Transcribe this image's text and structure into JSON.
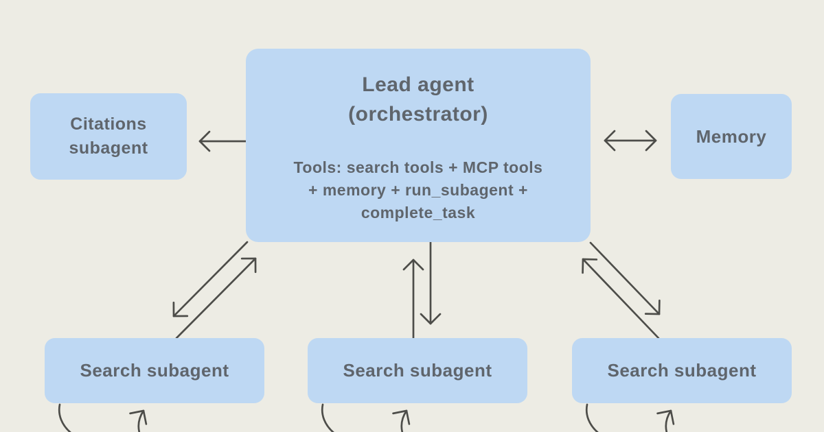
{
  "colors": {
    "background": "#EDECE4",
    "node_fill": "#BED8F3",
    "text": "#5F656C",
    "arrow": "#4D4D49"
  },
  "nodes": {
    "lead": {
      "title": "Lead agent\n(orchestrator)",
      "tools": "Tools: search tools + MCP tools\n+ memory + run_subagent +\ncomplete_task"
    },
    "citations": {
      "label": "Citations\nsubagent"
    },
    "memory": {
      "label": "Memory"
    },
    "search_left": {
      "label": "Search subagent"
    },
    "search_middle": {
      "label": "Search subagent"
    },
    "search_right": {
      "label": "Search subagent"
    }
  },
  "edges": [
    {
      "from": "lead",
      "to": "citations",
      "type": "one-way-arrow"
    },
    {
      "from": "lead",
      "to": "memory",
      "type": "double-headed-arrow"
    },
    {
      "from": "lead",
      "to": "search_left",
      "type": "paired-arrows-both-directions"
    },
    {
      "from": "lead",
      "to": "search_middle",
      "type": "paired-arrows-both-directions"
    },
    {
      "from": "lead",
      "to": "search_right",
      "type": "paired-arrows-both-directions"
    },
    {
      "from": "search_left",
      "to": "search_left",
      "type": "self-loop"
    },
    {
      "from": "search_middle",
      "to": "search_middle",
      "type": "self-loop"
    },
    {
      "from": "search_right",
      "to": "search_right",
      "type": "self-loop"
    }
  ]
}
